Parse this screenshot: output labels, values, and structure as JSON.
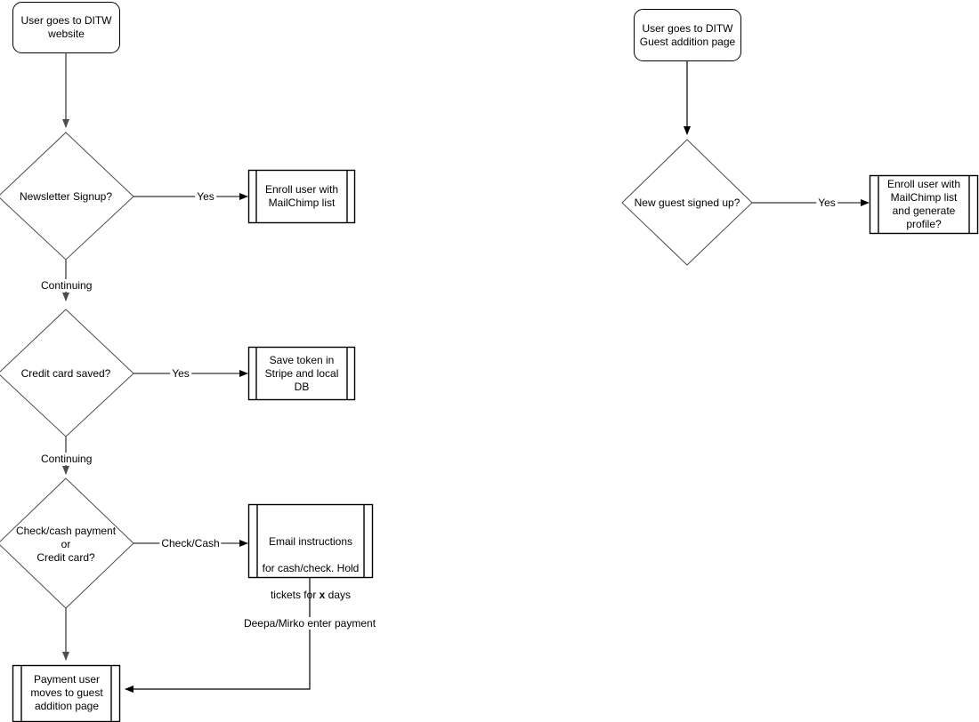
{
  "diagram": {
    "type": "flowchart",
    "title": "",
    "background_color": "#ffffff",
    "stroke_color": "#000000",
    "text_color": "#000000",
    "flows": [
      {
        "name": "website-signup-flow",
        "nodes": [
          {
            "id": "n1",
            "shape": "terminator",
            "text": "User goes to DITW\nwebsite"
          },
          {
            "id": "n2",
            "shape": "decision",
            "text": "Newsletter Signup?"
          },
          {
            "id": "n3",
            "shape": "predefined-process",
            "text": "Enroll user with\nMailChimp list"
          },
          {
            "id": "n4",
            "shape": "decision",
            "text": "Credit card saved?"
          },
          {
            "id": "n5",
            "shape": "predefined-process",
            "text": "Save token in\nStripe and local\nDB"
          },
          {
            "id": "n6",
            "shape": "decision",
            "text": "Check/cash payment\nor\nCredit card?"
          },
          {
            "id": "n7",
            "shape": "predefined-process",
            "text_parts": [
              "Email instructions",
              "for cash/check. Hold",
              "tickets for ",
              "x",
              " days"
            ]
          },
          {
            "id": "n8",
            "shape": "predefined-process",
            "text": "Payment user\nmoves to guest\naddition page"
          }
        ],
        "edges": [
          {
            "from": "n1",
            "to": "n2",
            "label": ""
          },
          {
            "from": "n2",
            "to": "n3",
            "label": "Yes"
          },
          {
            "from": "n2",
            "to": "n4",
            "label": "Continuing"
          },
          {
            "from": "n4",
            "to": "n5",
            "label": "Yes"
          },
          {
            "from": "n4",
            "to": "n6",
            "label": "Continuing"
          },
          {
            "from": "n6",
            "to": "n7",
            "label": "Check/Cash"
          },
          {
            "from": "n6",
            "to": "n8",
            "label": ""
          },
          {
            "from": "n7",
            "to": "n8",
            "label": "Deepa/Mirko enter payment"
          }
        ]
      },
      {
        "name": "guest-addition-flow",
        "nodes": [
          {
            "id": "g1",
            "shape": "terminator",
            "text": "User goes to DITW\nGuest addition page"
          },
          {
            "id": "g2",
            "shape": "decision",
            "text": "New guest signed up?"
          },
          {
            "id": "g3",
            "shape": "predefined-process",
            "text": "Enroll user with\nMailChimp list\nand generate\nprofile?"
          }
        ],
        "edges": [
          {
            "from": "g1",
            "to": "g2",
            "label": ""
          },
          {
            "from": "g2",
            "to": "g3",
            "label": "Yes"
          }
        ]
      }
    ]
  },
  "labels": {
    "n1_text": "User goes to DITW\nwebsite",
    "n2_text": "Newsletter Signup?",
    "n3_text": "Enroll user with\nMailChimp list",
    "n4_text": "Credit card saved?",
    "n5_text": "Save token in\nStripe and local\nDB",
    "n6_text": "Check/cash payment\nor\nCredit card?",
    "n7_line1": "Email instructions",
    "n7_line2": "for cash/check. Hold",
    "n7_line3_pre": "tickets for ",
    "n7_line3_bold": "x",
    "n7_line3_post": " days",
    "n8_text": "Payment user\nmoves to guest\naddition page",
    "g1_text": "User goes to DITW\nGuest addition page",
    "g2_text": "New guest signed up?",
    "g3_text": "Enroll user with\nMailChimp list\nand generate\nprofile?",
    "edge_yes_1": "Yes",
    "edge_yes_2": "Yes",
    "edge_yes_3": "Yes",
    "edge_continuing_1": "Continuing",
    "edge_continuing_2": "Continuing",
    "edge_check_cash": "Check/Cash",
    "edge_deepa_mirko": "Deepa/Mirko enter payment"
  }
}
